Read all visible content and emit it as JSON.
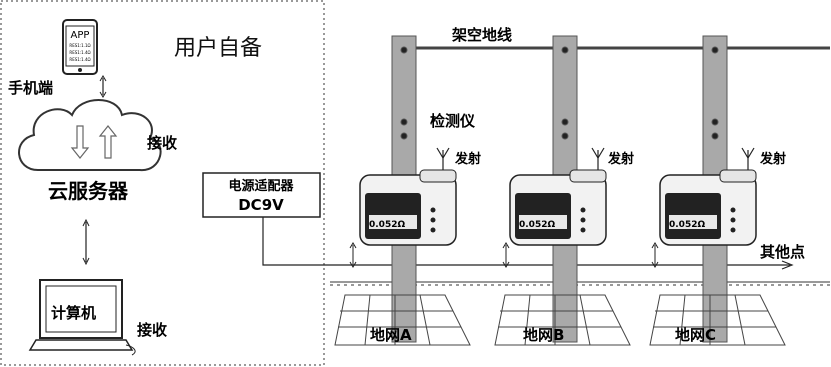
{
  "user_section": {
    "title": "用户自备",
    "phone_app_label": "APP",
    "phone_lines": [
      "RES1:1.1Ω",
      "RES1:1.4Ω",
      "RES1:1.4Ω"
    ],
    "phone_label": "手机端",
    "cloud_label": "云服务器",
    "cloud_receive": "接收",
    "computer_label": "计算机",
    "computer_receive": "接收"
  },
  "adapter": {
    "line1": "电源适配器",
    "line2": "DC9V"
  },
  "overhead_wire_label": "架空地线",
  "tester_label": "检测仪",
  "other_points_label": "其他点",
  "devices": [
    {
      "reading": "0.052Ω",
      "transmit": "发射",
      "grid": "地网A"
    },
    {
      "reading": "0.052Ω",
      "transmit": "发射",
      "grid": "地网B"
    },
    {
      "reading": "0.052Ω",
      "transmit": "发射",
      "grid": "地网C"
    }
  ],
  "colors": {
    "pole": "#a9a9a9",
    "line": "#222222",
    "device_body": "#f2f2f2",
    "lcd": "#222222"
  }
}
